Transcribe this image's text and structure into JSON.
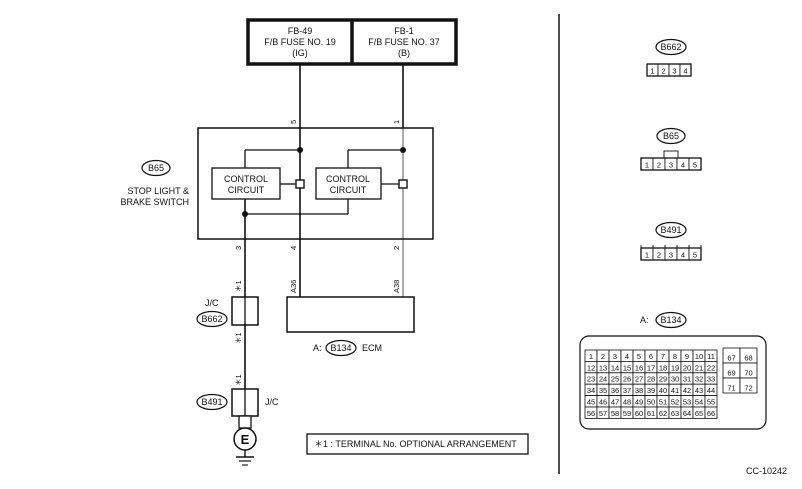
{
  "fuses": [
    {
      "line1": "FB-49",
      "line2": "F/B FUSE NO. 19",
      "line3": "(IG)"
    },
    {
      "line1": "FB-1",
      "line2": "F/B FUSE NO. 37",
      "line3": "(B)"
    }
  ],
  "switch": {
    "connector": "B65",
    "name_line1": "STOP LIGHT &",
    "name_line2": "BRAKE SWITCH",
    "circuit_left_line1": "CONTROL",
    "circuit_left_line2": "CIRCUIT",
    "circuit_right_line1": "CONTROL",
    "circuit_right_line2": "CIRCUIT",
    "pin_top_left": "5",
    "pin_top_right": "1",
    "pin_bottom_1": "3",
    "pin_bottom_2": "4",
    "pin_bottom_3": "2"
  },
  "ecm": {
    "prefix": "A:",
    "connector": "B134",
    "label": "ECM",
    "pin_left": "A36",
    "pin_right": "A38"
  },
  "jc_upper": {
    "label": "J/C",
    "connector": "B662",
    "mark_top": "＊1",
    "mark_bottom": "＊1"
  },
  "jc_lower": {
    "label": "J/C",
    "connector": "B491",
    "mark": "＊1"
  },
  "ground_symbol": "E",
  "note": "＊1 : TERMINAL No. OPTIONAL ARRANGEMENT",
  "connector_views": {
    "b662": {
      "name": "B662",
      "pins": [
        "1",
        "2",
        "3",
        "4"
      ]
    },
    "b65": {
      "name": "B65",
      "pins": [
        "1",
        "2",
        "3",
        "4",
        "5"
      ]
    },
    "b491": {
      "name": "B491",
      "pins": [
        "1",
        "2",
        "3",
        "4",
        "5"
      ]
    },
    "b134": {
      "prefix": "A:",
      "name": "B134",
      "main_rows": [
        [
          "1",
          "2",
          "3",
          "4",
          "5",
          "6",
          "7",
          "8",
          "9",
          "10",
          "11"
        ],
        [
          "12",
          "13",
          "14",
          "15",
          "16",
          "17",
          "18",
          "19",
          "20",
          "21",
          "22"
        ],
        [
          "23",
          "24",
          "25",
          "26",
          "27",
          "28",
          "29",
          "30",
          "31",
          "32",
          "33"
        ],
        [
          "34",
          "35",
          "36",
          "37",
          "38",
          "39",
          "40",
          "41",
          "42",
          "43",
          "44"
        ],
        [
          "45",
          "46",
          "47",
          "48",
          "49",
          "50",
          "51",
          "52",
          "53",
          "54",
          "55"
        ],
        [
          "56",
          "57",
          "58",
          "59",
          "60",
          "61",
          "62",
          "63",
          "64",
          "65",
          "66"
        ]
      ],
      "side_rows": [
        [
          "67",
          "68"
        ],
        [
          "69",
          "70"
        ],
        [
          "71",
          "72"
        ]
      ]
    }
  },
  "figure_code": "CC-10242"
}
